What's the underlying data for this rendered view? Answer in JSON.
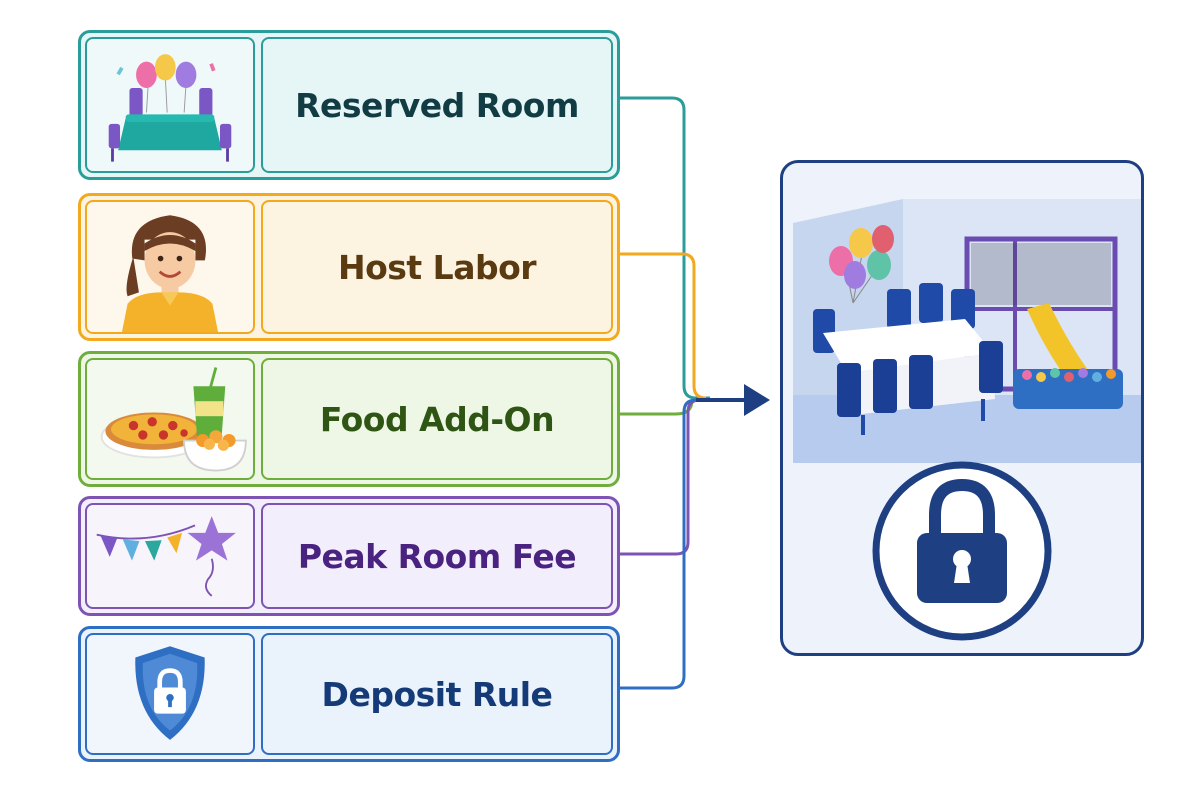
{
  "items": [
    {
      "label": "Reserved Room",
      "icon": "party-table-icon",
      "border": "#2a9d9a",
      "fill": "#e6f6f6",
      "text": "#123c44"
    },
    {
      "label": "Host Labor",
      "icon": "host-person-icon",
      "border": "#f2a91e",
      "fill": "#fdf3e1",
      "text": "#5a3a10"
    },
    {
      "label": "Food Add-On",
      "icon": "pizza-drink-icon",
      "border": "#6fae3c",
      "fill": "#eef6e6",
      "text": "#2f5514"
    },
    {
      "label": "Peak Room Fee",
      "icon": "bunting-balloon-icon",
      "border": "#7d53b3",
      "fill": "#f3eefb",
      "text": "#4a2380"
    },
    {
      "label": "Deposit Rule",
      "icon": "shield-lock-icon",
      "border": "#2e6fc3",
      "fill": "#eaf2fc",
      "text": "#143a78"
    }
  ],
  "target": {
    "icon": "party-room-lock-icon",
    "border": "#1e3f82"
  }
}
